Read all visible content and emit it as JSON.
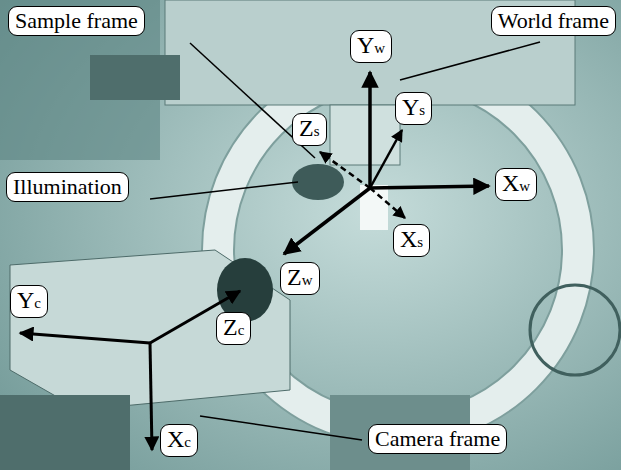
{
  "diagram": {
    "nodes": [
      {
        "text": [
          "Sample frame"
        ]
      },
      {
        "text": [
          "World frame"
        ]
      },
      {
        "text": [
          "Yw"
        ]
      },
      {
        "text": [
          "Ys"
        ]
      },
      {
        "text": [
          "Zs"
        ]
      },
      {
        "text": [
          "Illumination"
        ]
      },
      {
        "text": [
          "Xw"
        ]
      },
      {
        "text": [
          "Xs"
        ]
      },
      {
        "text": [
          "Zw"
        ]
      },
      {
        "text": [
          "Zc"
        ]
      },
      {
        "text": [
          "Yc"
        ]
      },
      {
        "text": [
          "Xc"
        ]
      },
      {
        "text": [
          "Camera frame"
        ]
      }
    ]
  }
}
